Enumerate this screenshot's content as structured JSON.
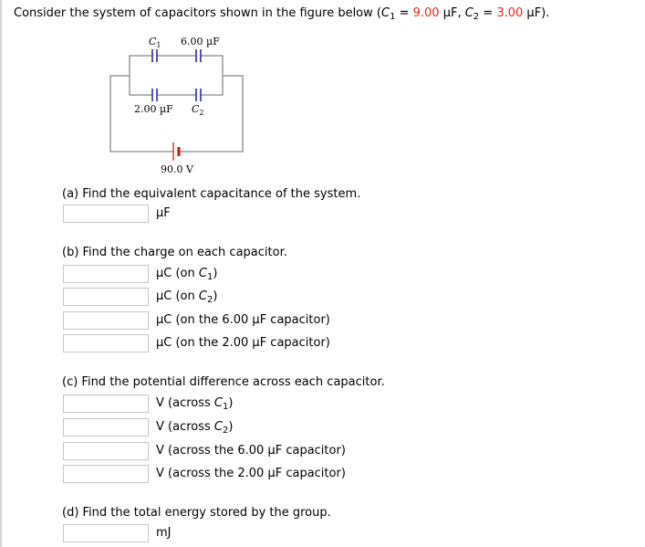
{
  "intro": {
    "text_before": "Consider the system of capacitors shown in the figure below (",
    "c1_symbol": "C",
    "c1_sub": "1",
    "eq1": " = ",
    "c1_value": "9.00",
    "unit1": " µF, ",
    "c2_symbol": "C",
    "c2_sub": "2",
    "eq2": " = ",
    "c2_value": "3.00",
    "unit2": " µF)."
  },
  "colors": {
    "highlight": "#e8231f",
    "capacitor_plate": "#2c2c9c",
    "battery": "#cc1111",
    "wire": "#888888",
    "input_border": "#c6c6c6"
  },
  "figure": {
    "label_c1": "C",
    "label_c1_sub": "1",
    "label_6uF": "6.00 µF",
    "label_2uF": "2.00 µF",
    "label_c2": "C",
    "label_c2_sub": "2",
    "label_battery": "90.0 V"
  },
  "parts": {
    "a": {
      "question": "(a) Find the equivalent capacitance of the system.",
      "answers": [
        {
          "value": "",
          "unit": "µF"
        }
      ]
    },
    "b": {
      "question": "(b) Find the charge on each capacitor.",
      "answers": [
        {
          "value": "",
          "unit_pre": "µC (on ",
          "sym": "C",
          "sub": "1",
          "unit_post": ")"
        },
        {
          "value": "",
          "unit_pre": "µC (on ",
          "sym": "C",
          "sub": "2",
          "unit_post": ")"
        },
        {
          "value": "",
          "unit": "µC (on the 6.00 µF capacitor)"
        },
        {
          "value": "",
          "unit": "µC (on the 2.00 µF capacitor)"
        }
      ]
    },
    "c": {
      "question": "(c) Find the potential difference across each capacitor.",
      "answers": [
        {
          "value": "",
          "unit_pre": "V (across ",
          "sym": "C",
          "sub": "1",
          "unit_post": ")"
        },
        {
          "value": "",
          "unit_pre": "V (across ",
          "sym": "C",
          "sub": "2",
          "unit_post": ")"
        },
        {
          "value": "",
          "unit": "V (across the 6.00 µF capacitor)"
        },
        {
          "value": "",
          "unit": "V (across the 2.00 µF capacitor)"
        }
      ]
    },
    "d": {
      "question": "(d) Find the total energy stored by the group.",
      "answers": [
        {
          "value": "",
          "unit": "mJ"
        }
      ]
    }
  }
}
